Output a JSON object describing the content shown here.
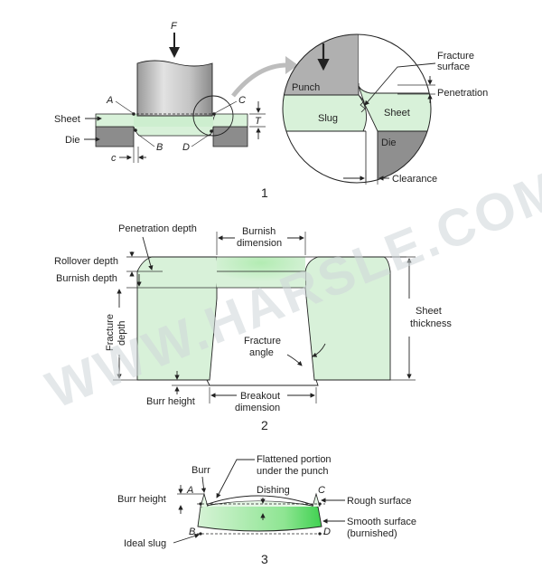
{
  "watermark": "WWW.HARSLE.COM",
  "colors": {
    "sheet": "#d8f1d9",
    "sheet_bright": "#bfeebf",
    "burnish_green": "#4ad45a",
    "punch_gray": "#bcbcbc",
    "punch_dark": "#8f8f8f",
    "die_gray": "#8c8c8c",
    "outline": "#222222"
  },
  "figure1": {
    "number": "1",
    "force": "F",
    "points": {
      "a": "A",
      "b": "B",
      "c": "C",
      "d": "D"
    },
    "labels": {
      "sheet": "Sheet",
      "die": "Die",
      "clearance_c": "c",
      "thickness_t": "T"
    },
    "detail": {
      "punch": "Punch",
      "slug": "Slug",
      "sheet": "Sheet",
      "die": "Die",
      "fracture_surface_line1": "Fracture",
      "fracture_surface_line2": "surface",
      "penetration": "Penetration",
      "clearance": "Clearance"
    }
  },
  "figure2": {
    "number": "2",
    "labels": {
      "penetration_depth": "Penetration depth",
      "burnish_dimension_line1": "Burnish",
      "burnish_dimension_line2": "dimension",
      "rollover_depth": "Rollover depth",
      "burnish_depth": "Burnish depth",
      "fracture_depth_line1": "Fracture",
      "fracture_depth_line2": "depth",
      "sheet_thickness_line1": "Sheet",
      "sheet_thickness_line2": "thickness",
      "fracture_angle_line1": "Fracture",
      "fracture_angle_line2": "angle",
      "burr_height": "Burr height",
      "breakout_dimension_line1": "Breakout",
      "breakout_dimension_line2": "dimension"
    }
  },
  "figure3": {
    "number": "3",
    "labels": {
      "burr": "Burr",
      "flattened_line1": "Flattened portion",
      "flattened_line2": "under the punch",
      "burr_height": "Burr height",
      "dishing": "Dishing",
      "rough_surface": "Rough surface",
      "smooth_surface_line1": "Smooth surface",
      "smooth_surface_line2": "(burnished)",
      "ideal_slug": "Ideal slug"
    },
    "points": {
      "a": "A",
      "b": "B",
      "c": "C",
      "d": "D"
    }
  }
}
